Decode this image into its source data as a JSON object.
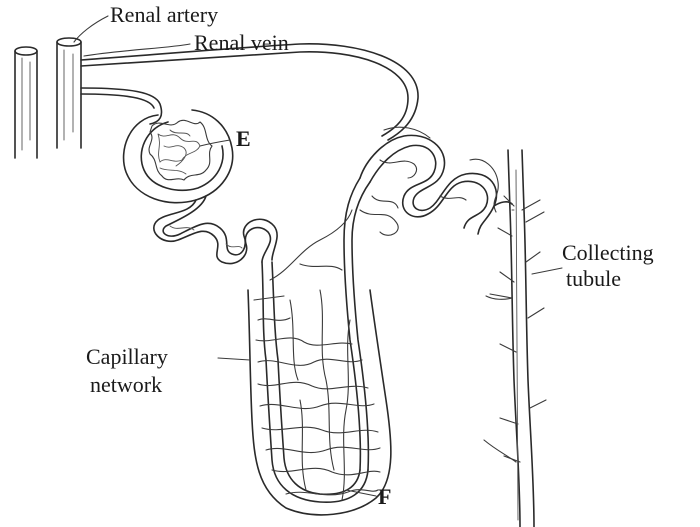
{
  "diagram": {
    "labels": {
      "renal_artery": "Renal artery",
      "renal_vein": "Renal vein",
      "glomerulus_marker": "E",
      "collecting_tubule_line1": "Collecting",
      "collecting_tubule_line2": "tubule",
      "capillary_network_line1": "Capillary",
      "capillary_network_line2": "network",
      "loop_marker": "F"
    },
    "colors": {
      "ink": "#2a2a2a",
      "background": "#ffffff"
    }
  }
}
